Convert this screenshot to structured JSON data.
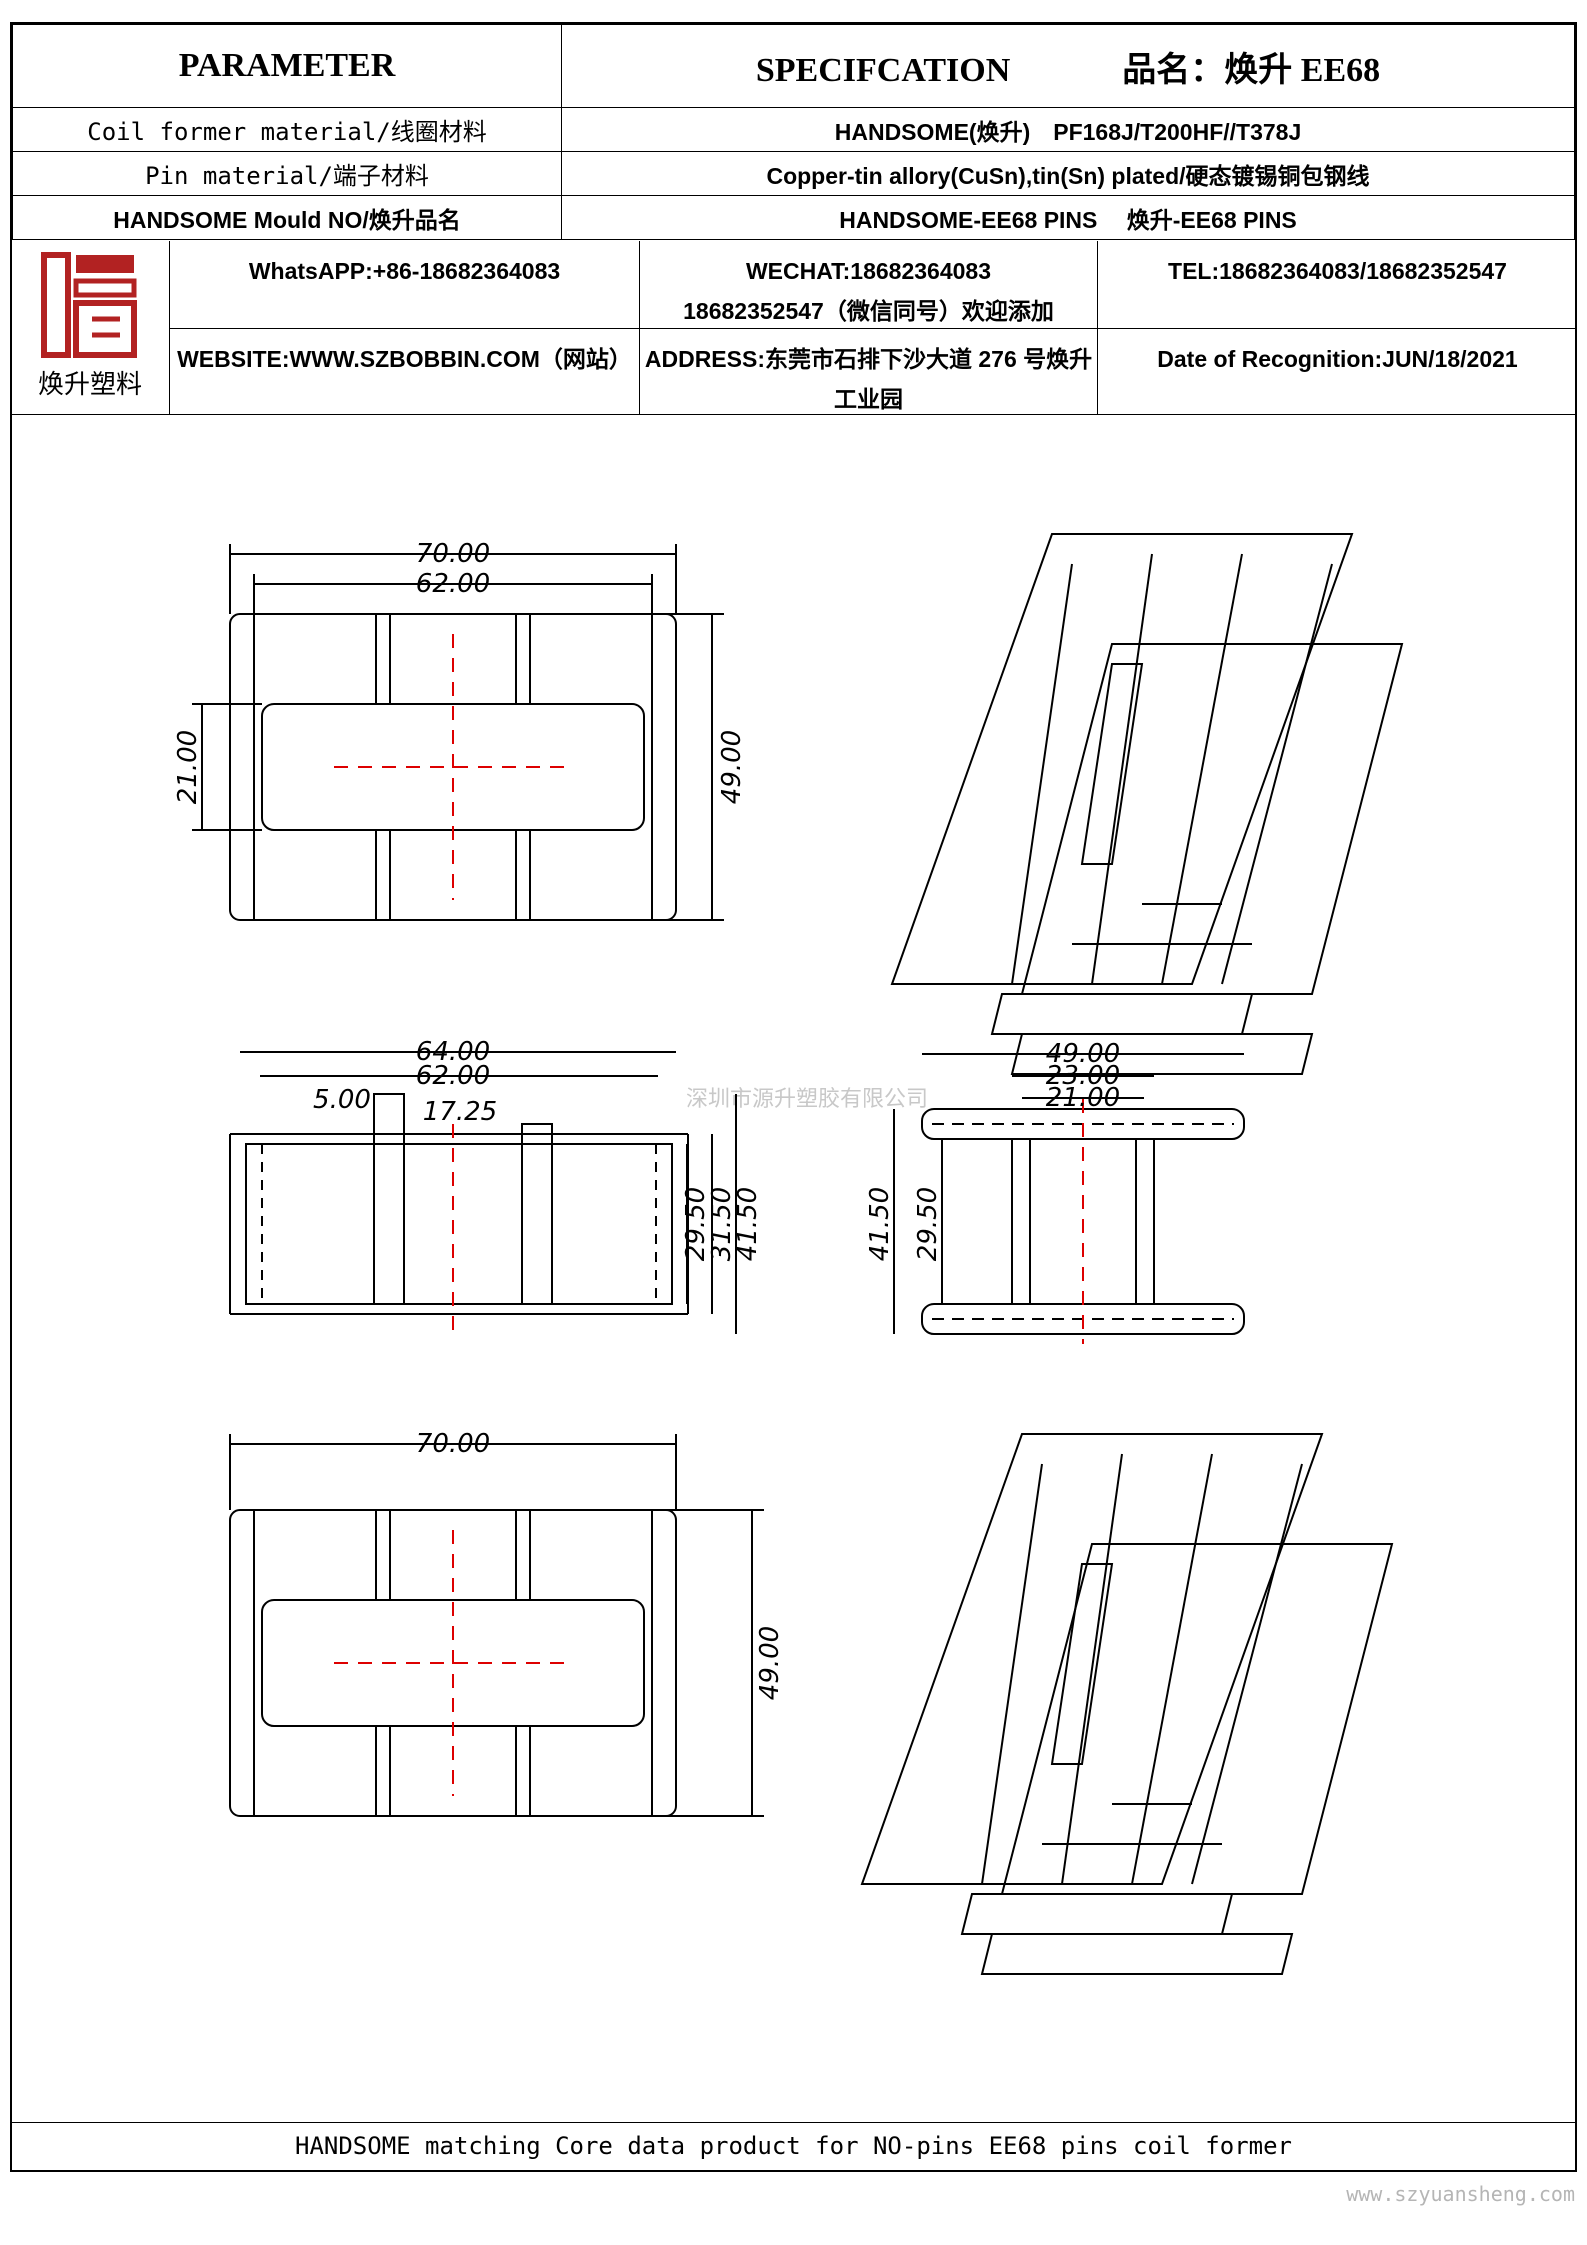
{
  "header": {
    "parameter": "PARAMETER",
    "specification": "SPECIFCATION",
    "product_name": "品名：焕升 EE68"
  },
  "rows": [
    {
      "label": "Coil former material/线圈材料",
      "value": "HANDSOME(焕升)　PF168J/T200HF//T378J"
    },
    {
      "label": "Pin material/端子材料",
      "value": "Copper-tin allory(CuSn),tin(Sn) plated/硬态镀锡铜包钢线"
    },
    {
      "label": "HANDSOME Mould NO/焕升品名",
      "value": "HANDSOME-EE68 PINS　 焕升-EE68 PINS"
    }
  ],
  "contact": {
    "logo_text": "焕升塑料",
    "whatsapp": "WhatsAPP:+86-18682364083",
    "wechat_line1": "WECHAT:18682364083",
    "wechat_line2": "18682352547（微信同号）欢迎添加",
    "tel": "TEL:18682364083/18682352547",
    "website": "WEBSITE:WWW.SZBOBBIN.COM（网站）",
    "address": "ADDRESS:东莞市石排下沙大道 276 号焕升工业园",
    "date": "Date of Recognition:JUN/18/2021"
  },
  "dimensions": {
    "top_view": {
      "width_outer": "70.00",
      "width_inner": "62.00",
      "window_height": "21.00",
      "overall_height": "49.00"
    },
    "front_view": {
      "w1": "64.00",
      "w2": "62.00",
      "flange": "5.00",
      "slot_spacing": "17.25",
      "h1": "29.50",
      "h2": "31.50",
      "h3": "41.50"
    },
    "side_view": {
      "w1": "49.00",
      "w2": "23.00",
      "w3": "21.00",
      "h1": "41.50",
      "h2": "29.50"
    },
    "bottom_view": {
      "width": "70.00",
      "height": "49.00"
    }
  },
  "watermark_company": "深圳市源升塑胶有限公司",
  "footer": "HANDSOME matching Core data  product for NO-pins EE68 pins coil former",
  "website_mark": "www.szyuansheng.com"
}
